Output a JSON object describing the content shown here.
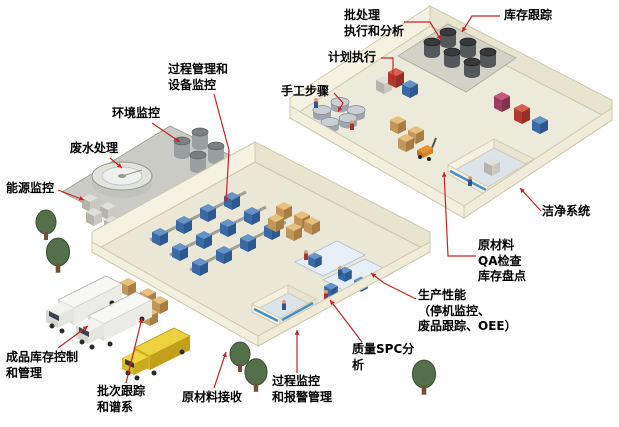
{
  "diagram": {
    "type": "isometric-factory-mes-overview",
    "labels": [
      {
        "id": "batch-execution-analysis",
        "text": "批处理\n执行和分析"
      },
      {
        "id": "inventory-tracking",
        "text": "库存跟踪"
      },
      {
        "id": "plan-execution",
        "text": "计划执行"
      },
      {
        "id": "manual-steps",
        "text": "手工步骤"
      },
      {
        "id": "process-equipment-monitoring",
        "text": "过程管理和\n设备监控"
      },
      {
        "id": "environment-monitoring",
        "text": "环境监控"
      },
      {
        "id": "wastewater-treatment",
        "text": "废水处理"
      },
      {
        "id": "energy-monitoring",
        "text": "能源监控"
      },
      {
        "id": "clean-system",
        "text": "洁净系统"
      },
      {
        "id": "raw-material-qa-inventory",
        "text": "原材料\nQA检查\n库存盘点"
      },
      {
        "id": "production-performance",
        "text": "生产性能\n（停机监控、\n废品跟踪、OEE）"
      },
      {
        "id": "quality-spc-analysis",
        "text": "质量SPC分\n析"
      },
      {
        "id": "process-monitoring-alarm",
        "text": "过程监控\n和报警管理"
      },
      {
        "id": "raw-material-receiving",
        "text": "原材料接收"
      },
      {
        "id": "batch-tracking-genealogy",
        "text": "批次跟踪\n和谱系"
      },
      {
        "id": "finished-goods-inventory-management",
        "text": "成品库存控制\n和管理"
      }
    ],
    "colors": {
      "leader_line": "#cc2222",
      "label_text": "#000000",
      "background": "#ffffff"
    }
  }
}
